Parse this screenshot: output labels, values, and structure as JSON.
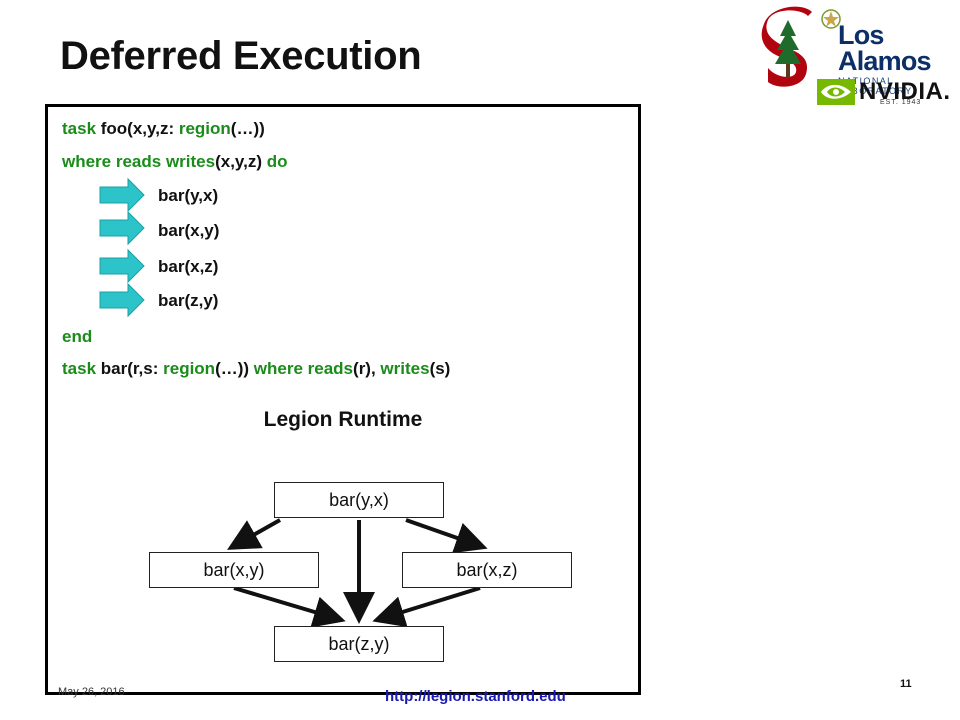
{
  "slide": {
    "title": "Deferred Execution",
    "page_number": "11",
    "date": "May 26, 2016",
    "url": "http://legion.stanford.edu"
  },
  "logos": {
    "lanl_main": "Los Alamos",
    "lanl_sub": "NATIONAL LABORATORY",
    "lanl_est": "EST. 1943",
    "nvidia": "NVIDIA."
  },
  "code": {
    "line1": {
      "kw1": "task",
      "t1": " foo(x,y,z: ",
      "kw2": "region",
      "t2": "(…))"
    },
    "line2": {
      "kw1": "where reads writes",
      "t1": "(x,y,z) ",
      "kw2": "do"
    },
    "calls": [
      "bar(y,x)",
      "bar(x,y)",
      "bar(x,z)",
      "bar(z,y)"
    ],
    "end": "end",
    "line_last": {
      "kw1": "task",
      "t1": " bar(r,s: ",
      "kw2": "region",
      "t2": "(…)) ",
      "kw3": "where reads",
      "t3": "(r), ",
      "kw4": "writes",
      "t4": "(s)"
    }
  },
  "runtime": {
    "title": "Legion Runtime",
    "nodes": [
      "bar(y,x)",
      "bar(x,y)",
      "bar(x,z)",
      "bar(z,y)"
    ]
  },
  "colors": {
    "keyword": "#1a8c1a",
    "arrow": "#2cc4c8",
    "url": "#1a1ab0",
    "stanford_red": "#b1040e",
    "nvidia_green": "#76b900"
  }
}
